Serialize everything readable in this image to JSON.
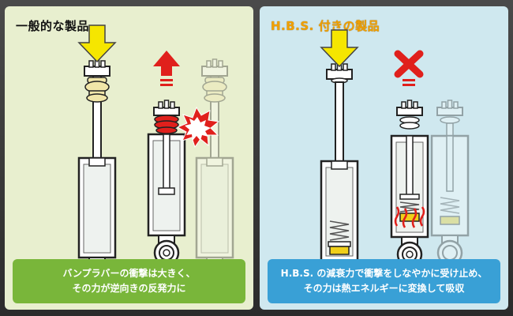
{
  "left_panel": {
    "title": "一般的な製品",
    "caption_line1": "バンプラバーの衝撃は大きく、",
    "caption_line2": "その力が逆向きの反発力に"
  },
  "right_panel": {
    "title": "H.B.S. 付きの製品",
    "caption_line1": "H.B.S. の減衰力で衝撃をしなやかに受け止め、",
    "caption_line2": "その力は熱エネルギーに変換して吸収"
  },
  "colors": {
    "arrow_yellow": "#f5e600",
    "arrow_red": "#e0201c",
    "bump_rubber": "#f1e6a8",
    "impact_red": "#e0201c",
    "hbs_yellow": "#f0cf1a"
  },
  "icons": {
    "down_arrow": "arrow-down-icon",
    "up_arrow": "arrow-up-icon",
    "impact": "impact-burst-icon",
    "cross": "cross-mark-icon"
  }
}
